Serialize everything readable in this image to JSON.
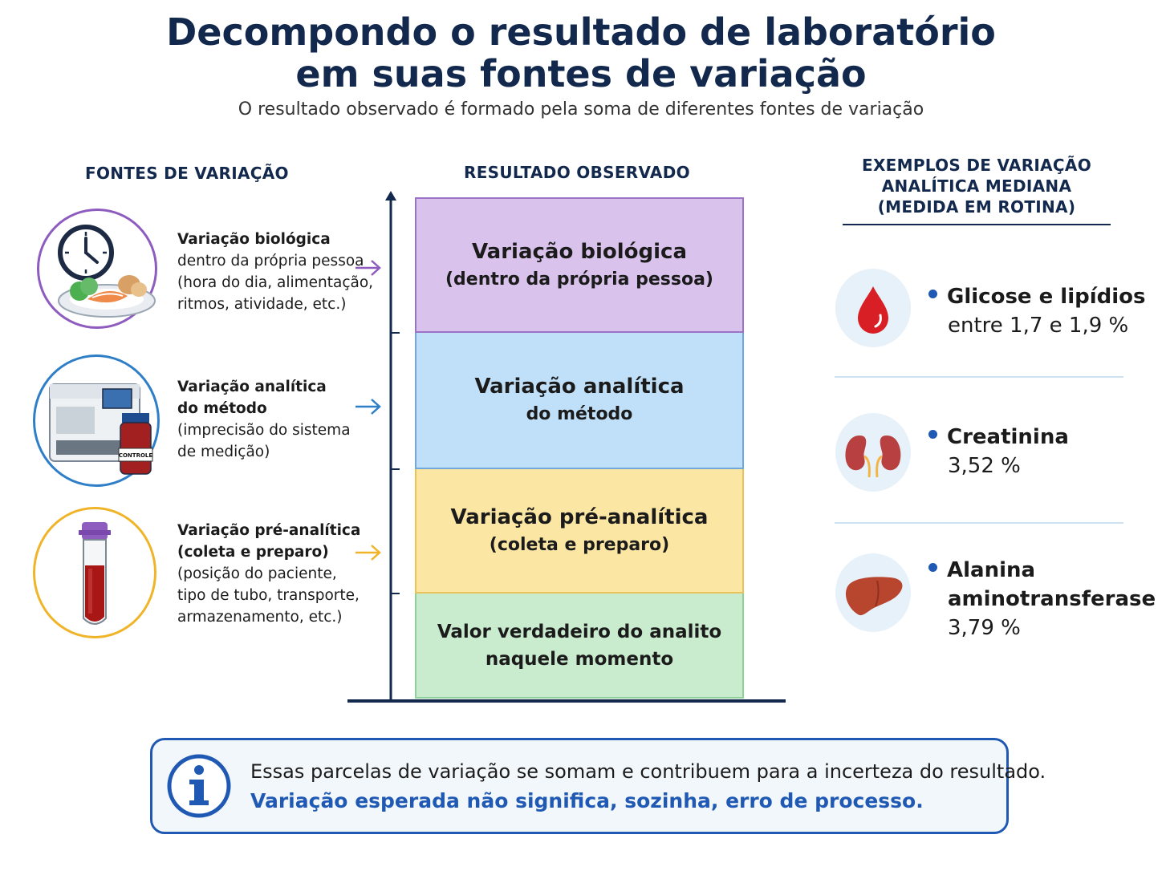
{
  "header": {
    "title_line1": "Decompondo o resultado de laboratório",
    "title_line2": "em suas fontes de variação",
    "subtitle": "O resultado observado é formado pela soma de diferentes fontes de variação"
  },
  "left": {
    "heading": "FONTES DE VARIAÇÃO",
    "sources": [
      {
        "title": "Variação biológica",
        "lines": [
          "dentro da própria pessoa",
          "(hora do dia, alimentação,",
          "ritmos, atividade, etc.)"
        ],
        "icon": "clock-and-meal-icon",
        "color": "#8e5bbf"
      },
      {
        "title": "Variação analítica",
        "title2": "do método",
        "lines": [
          "(imprecisão do sistema",
          "de medição)"
        ],
        "icon": "lab-analyzer-icon",
        "color": "#2f7fc8",
        "label": "CONTROLE"
      },
      {
        "title": "Variação pré-analítica",
        "title2": "(coleta e preparo)",
        "lines": [
          "(posição do paciente,",
          "tipo de tubo, transporte,",
          "armazenamento, etc.)"
        ],
        "icon": "blood-tube-icon",
        "color": "#f0b429"
      }
    ]
  },
  "center": {
    "heading": "RESULTADO OBSERVADO",
    "blocks": [
      {
        "line1": "Variação biológica",
        "line2": "(dentro da própria pessoa)",
        "color": "#d9c3ec"
      },
      {
        "line1": "Variação analítica",
        "line2": "do método",
        "color": "#bfe0f8"
      },
      {
        "line1": "Variação pré-analítica",
        "line2": "(coleta e preparo)",
        "color": "#fbe6a3"
      },
      {
        "line1": "Valor verdadeiro do analito",
        "line2": "naquele momento",
        "color": "#c9ecce"
      }
    ]
  },
  "right": {
    "heading_l1": "EXEMPLOS DE VARIAÇÃO",
    "heading_l2": "ANALÍTICA MEDIANA",
    "heading_l3": "(MEDIDA EM ROTINA)",
    "examples": [
      {
        "name": "Glicose e lipídios",
        "value": "entre 1,7 e 1,9 %",
        "icon": "blood-drop-icon"
      },
      {
        "name": "Creatinina",
        "value": "3,52 %",
        "icon": "kidneys-icon"
      },
      {
        "name": "Alanina",
        "name2": "aminotransferase",
        "value": "3,79 %",
        "icon": "liver-icon"
      }
    ]
  },
  "info": {
    "line1": "Essas parcelas de variação se somam e contribuem para a incerteza do resultado.",
    "line2": "Variação esperada não significa, sozinha, erro de processo."
  },
  "colors": {
    "navy": "#12284d",
    "accent_blue": "#1f59b3"
  }
}
